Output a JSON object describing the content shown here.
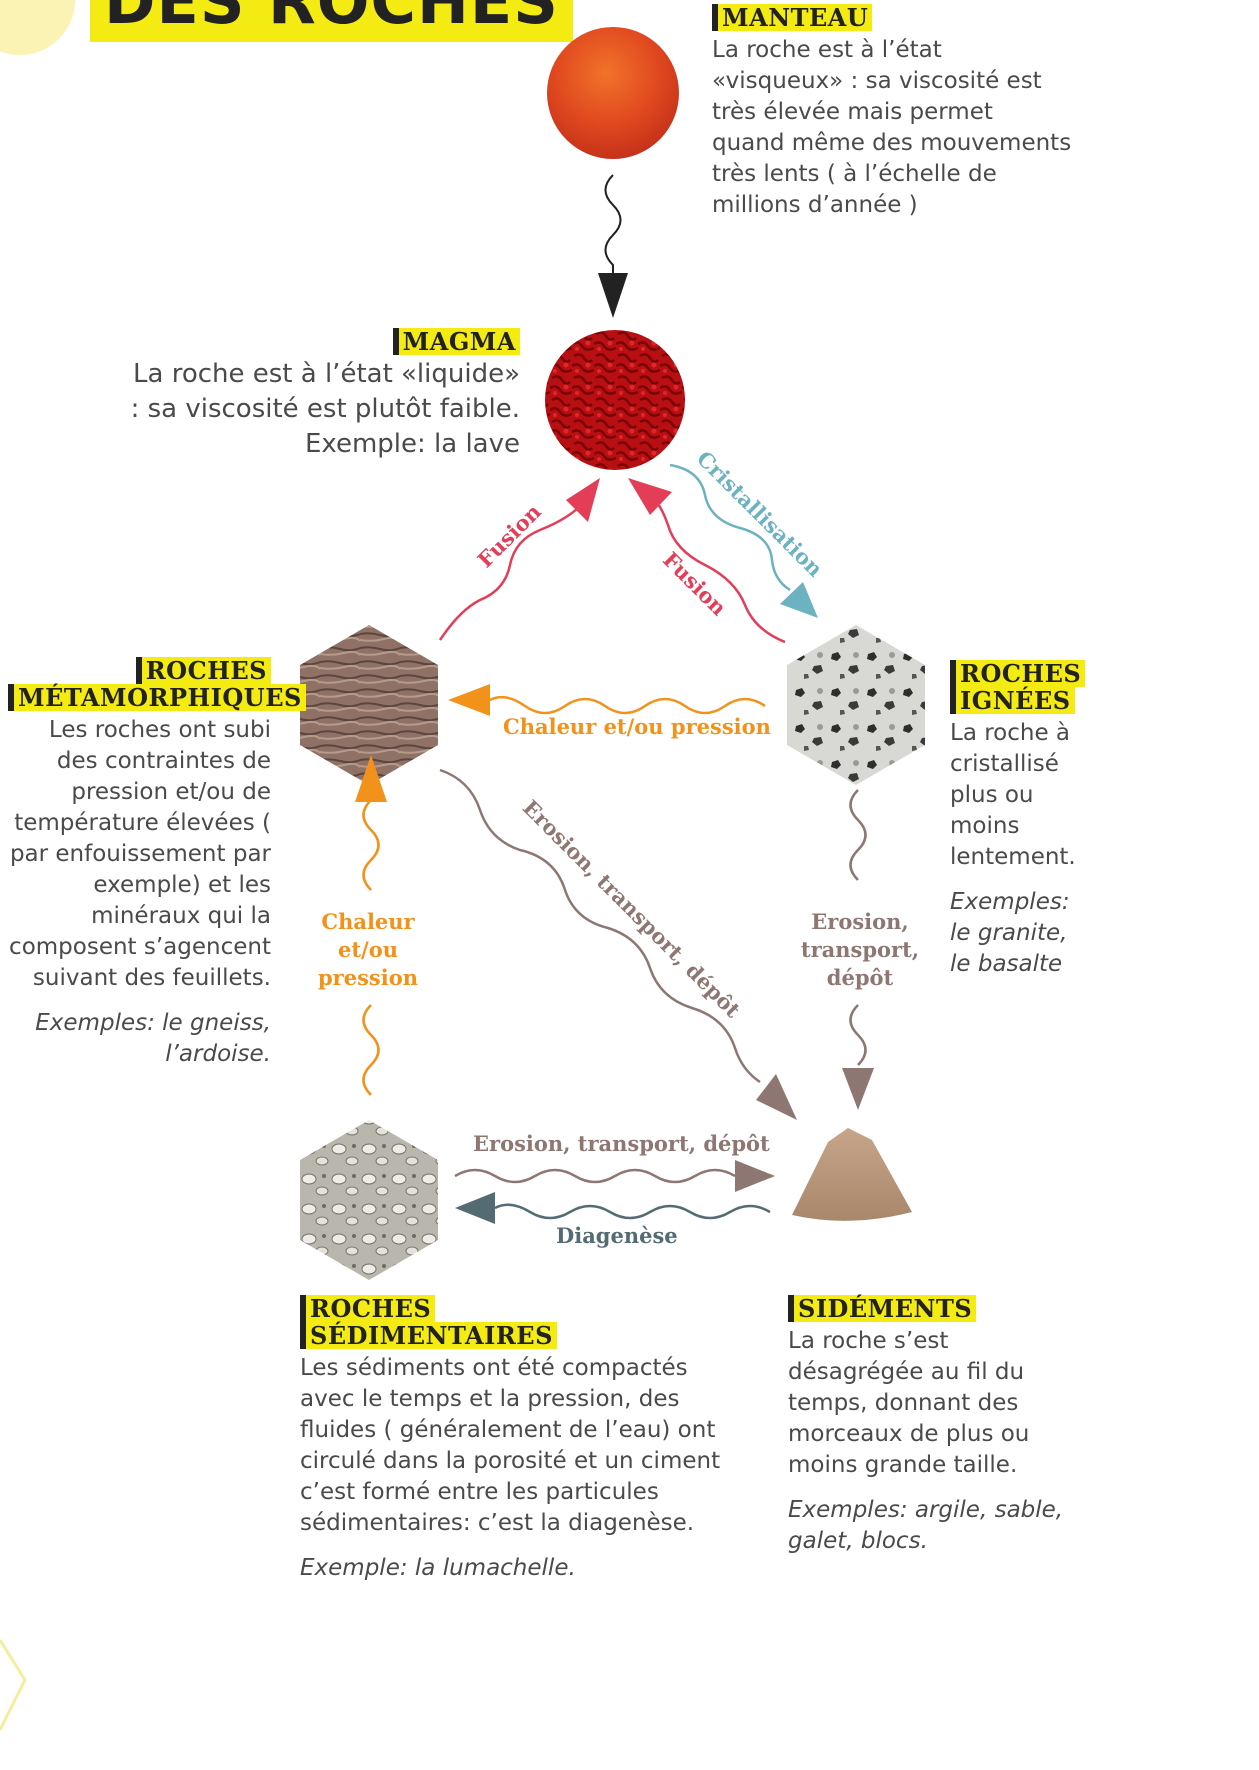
{
  "title": "DES ROCHES",
  "nodes": {
    "manteau": {
      "heading": "MANTEAU",
      "text": "La roche est à l’état «visqueux» : sa viscosité est très élevée mais permet quand même des mouvements très lents ( à l’échelle de millions d’année )"
    },
    "magma": {
      "heading": "MAGMA",
      "text": "La roche est à l’état «liquide» : sa viscosité est plutôt faible. Exemple: la lave"
    },
    "metamorphiques": {
      "heading_1": "ROCHES",
      "heading_2": "MÉTAMORPHIQUES",
      "text": "Les roches ont subi des contraintes de pression et/ou de température élevées ( par enfouissement par exemple) et les minéraux qui la composent s’agencent suivant des feuillets.",
      "example": "Exemples: le gneiss, l’ardoise."
    },
    "ignees": {
      "heading_1": "ROCHES",
      "heading_2": "IGNÉES",
      "text": "La roche à cristallisé plus ou moins lentement.",
      "example": "Exemples: le granite, le basalte"
    },
    "sedimentaires": {
      "heading_1": "ROCHES",
      "heading_2": "SÉDIMENTAIRES",
      "text": "Les sédiments ont été compactés avec le temps et la pression, des fluides ( généralement de l’eau) ont circulé dans la porosité et un ciment c’est formé entre les particules sédimentaires: c’est la diagenèse.",
      "example": "Exemple: la lumachelle."
    },
    "sediments": {
      "heading": "SIDÉMENTS",
      "text": "La roche s’est désagrégée au fil du temps, donnant des morceaux de plus ou moins grande taille.",
      "example": "Exemples: argile, sable, galet, blocs."
    }
  },
  "processes": {
    "fusion_left": "Fusion",
    "fusion_right": "Fusion",
    "cristallisation": "Cristallisation",
    "chaleur_top": "Chaleur et/ou pression",
    "chaleur_left": "Chaleur et/ou pression",
    "erosion_diag": "Erosion, transport, dépôt",
    "erosion_right": "Erosion, transport, dépôt",
    "erosion_bottom": "Erosion, transport, dépôt",
    "diagenese": "Diagenèse"
  },
  "colors": {
    "highlight": "#f4eb12",
    "fusion": "#e33d58",
    "cristallisation": "#6db2c1",
    "chaleur": "#f2921a",
    "erosion": "#8e7773",
    "diagenese": "#546b73"
  }
}
